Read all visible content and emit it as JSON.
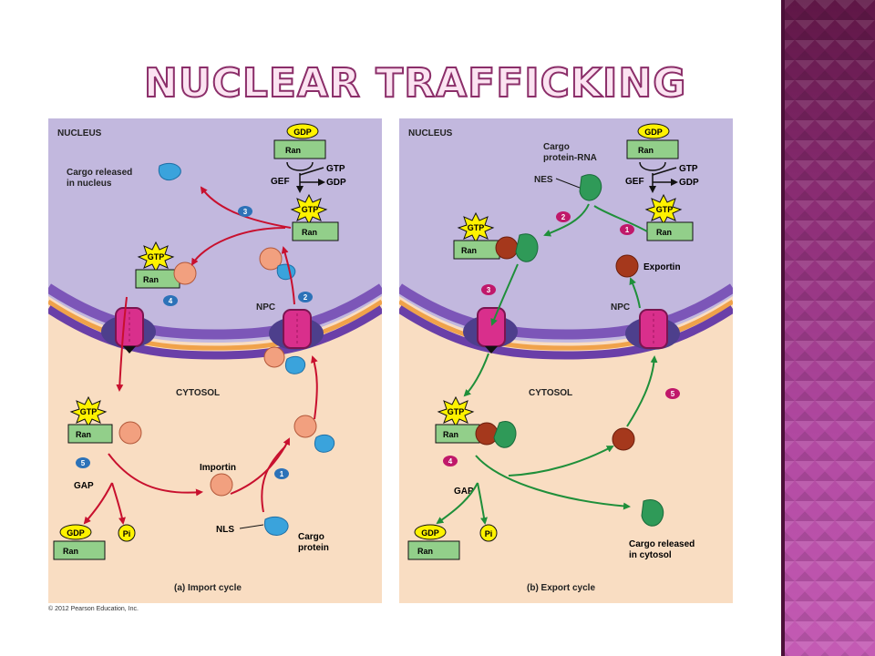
{
  "slide": {
    "title": "NUCLEAR TRAFFICKING",
    "copyright": "© 2012 Pearson Education, Inc."
  },
  "colors": {
    "nucleus": "#c2b8de",
    "cytosol": "#f9ddc2",
    "import_arrow": "#c8102e",
    "export_arrow": "#1f8f3a",
    "importin": "#f2a07f",
    "cargo": "#3aa3dc",
    "exportin": "#a5381c",
    "cargo_rna": "#2f9a58",
    "npc": "#d92f8c",
    "gtp_star": "#fff200",
    "ran": "#92cf8a",
    "title_fill": "#fbe3f1",
    "title_stroke": "#8b2e69",
    "side_band": "#9b3a8a"
  },
  "panels": {
    "import": {
      "nucleus_label": "NUCLEUS",
      "cytosol_label": "CYTOSOL",
      "npc_label": "NPC",
      "caption": "(a) Import cycle",
      "gdp": "GDP",
      "gtp": "GTP",
      "ran": "Ran",
      "pi": "Pi",
      "gef": "GEF",
      "gap": "GAP",
      "gef_gtp": "GTP",
      "gef_gdp": "GDP",
      "cargo_released": [
        "Cargo released",
        "in nucleus"
      ],
      "importin": "Importin",
      "nls": "NLS",
      "cargo_protein": [
        "Cargo",
        "protein"
      ],
      "steps": [
        "1",
        "2",
        "3",
        "4",
        "5"
      ]
    },
    "export": {
      "nucleus_label": "NUCLEUS",
      "cytosol_label": "CYTOSOL",
      "npc_label": "NPC",
      "caption": "(b) Export cycle",
      "gdp": "GDP",
      "gtp": "GTP",
      "ran": "Ran",
      "pi": "Pi",
      "gef": "GEF",
      "gap": "GAP",
      "gef_gtp": "GTP",
      "gef_gdp": "GDP",
      "cargo_rna": [
        "Cargo",
        "protein-RNA"
      ],
      "nes": "NES",
      "exportin": "Exportin",
      "cargo_released": [
        "Cargo released",
        "in cytosol"
      ],
      "steps": [
        "1",
        "2",
        "3",
        "4",
        "5"
      ]
    }
  }
}
